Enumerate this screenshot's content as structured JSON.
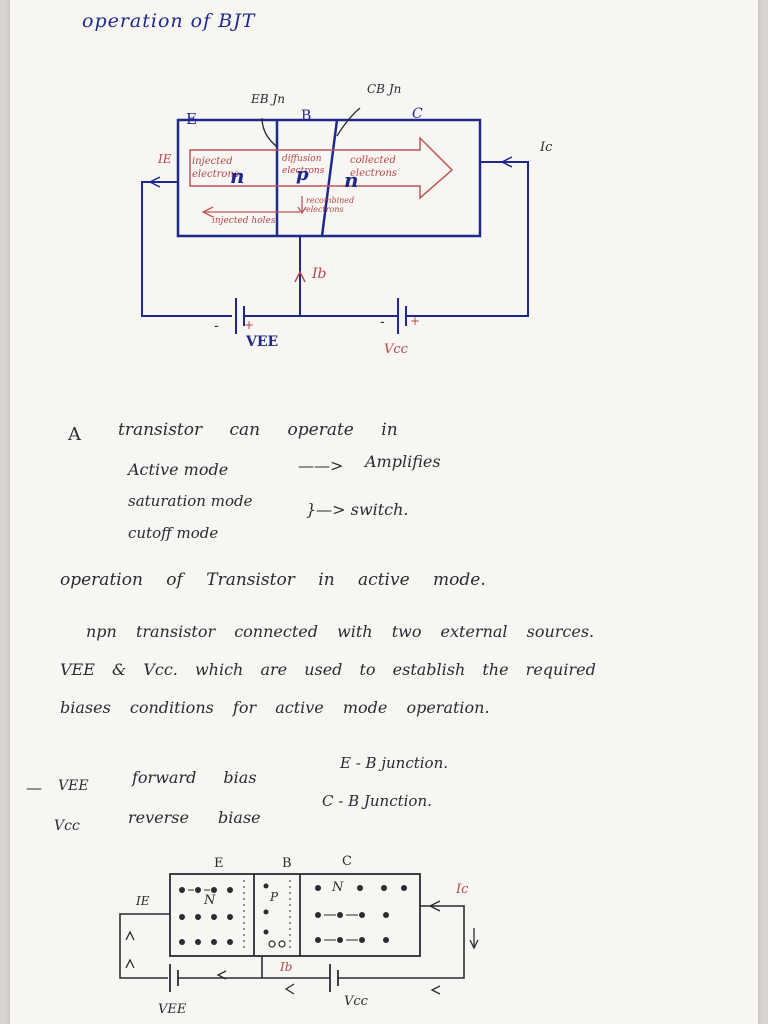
{
  "page": {
    "title": "operation of BJT"
  },
  "diagram1": {
    "terminal_e": "E",
    "terminal_b": "B",
    "terminal_c": "C",
    "junction_eb": "EB Jn",
    "junction_cb": "CB Jn",
    "current_ie": "IE",
    "current_ic": "Ic",
    "current_ib": "Ib",
    "region_emitter_text": "injected electrons",
    "region_emitter_type": "n",
    "region_base_text": "diffusion electrons",
    "region_base_type": "p",
    "region_collector_text": "collected electrons",
    "region_collector_type": "n",
    "injected_holes": "injected holes",
    "recombined": "recombined electrons",
    "source_vee": "VEE",
    "source_vcc": "Vcc",
    "minus": "-",
    "plus": "+"
  },
  "notes": {
    "line1_a": "A",
    "line1_rest": "transistor can operate in",
    "mode1": "Active mode",
    "mode1_arrow": "——>",
    "mode1_use": "Amplifies",
    "mode2": "saturation mode",
    "mode3": "cutoff mode",
    "modes23_use": "}—> switch.",
    "para_heading": "operation of Transistor in active mode.",
    "para_line1": "npn transistor connected with two external sources.",
    "para_line2": "VEE & Vcc. which are used to establish the required",
    "para_line3": "biases conditions for active mode operation.",
    "bias1_dash": "—",
    "bias1_label": "VEE",
    "bias1_type": "forward bias",
    "bias1_junction": "E - B junction.",
    "bias2_label": "Vcc",
    "bias2_type": "reverse biase",
    "bias2_junction": "C - B Junction."
  },
  "diagram2": {
    "terminal_e": "E",
    "terminal_b": "B",
    "terminal_c": "C",
    "region_emitter": "N",
    "region_base": "P",
    "region_collector": "N",
    "current_ie": "IE",
    "current_ic": "Ic",
    "current_ib": "Ib",
    "source_vee": "VEE",
    "source_vcc": "Vcc"
  },
  "colors": {
    "blue_ink": "#1e2a8a",
    "dark_ink": "#2b2b33",
    "red_ink": "#b5474a",
    "paper": "#f7f6f3"
  }
}
